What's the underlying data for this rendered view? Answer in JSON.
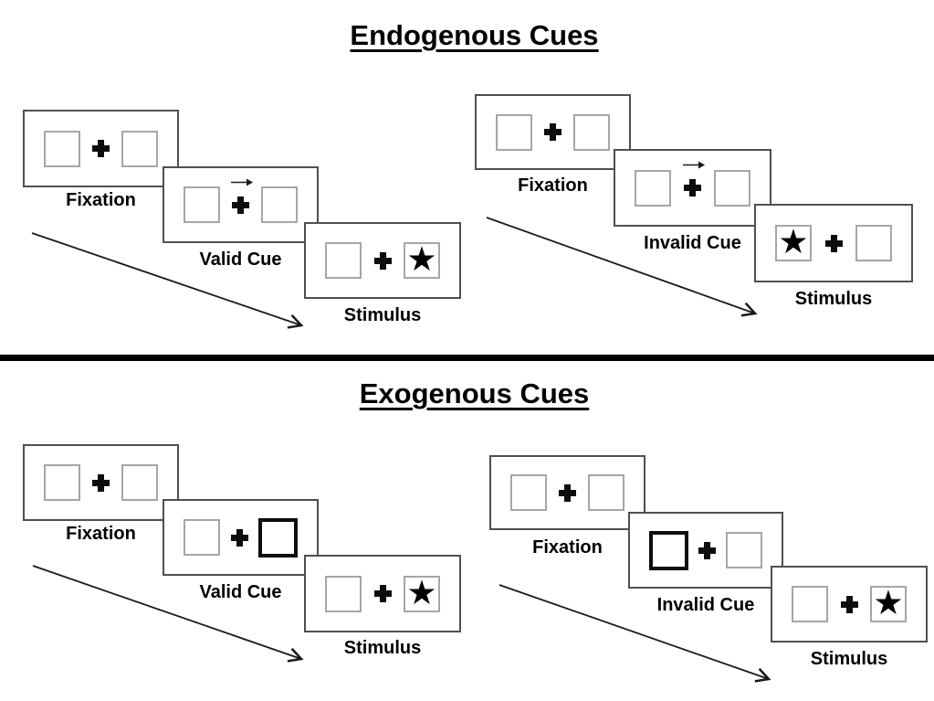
{
  "diagram": {
    "kind": "posner-cueing-paradigm",
    "colors": {
      "background": "#ffffff",
      "panel_border": "#4f4f4f",
      "box_border": "#a6a6a6",
      "cue_box_border": "#0d0d0d",
      "text": "#000000",
      "divider": "#000000",
      "arrow": "#1a1a1a"
    },
    "glyphs": {
      "star": "★"
    }
  },
  "sections": [
    {
      "title": "Endogenous Cues",
      "groups": [
        {
          "name": "valid-trial",
          "cue_type": "central-arrow-right",
          "star_side": "right",
          "panels": [
            {
              "label": "Fixation"
            },
            {
              "label": "Valid Cue"
            },
            {
              "label": "Stimulus"
            }
          ]
        },
        {
          "name": "invalid-trial",
          "cue_type": "central-arrow-right",
          "star_side": "left",
          "panels": [
            {
              "label": "Fixation"
            },
            {
              "label": "Invalid Cue"
            },
            {
              "label": "Stimulus"
            }
          ]
        }
      ]
    },
    {
      "title": "Exogenous Cues",
      "groups": [
        {
          "name": "valid-trial",
          "cue_type": "peripheral-box-right",
          "star_side": "right",
          "panels": [
            {
              "label": "Fixation"
            },
            {
              "label": "Valid Cue"
            },
            {
              "label": "Stimulus"
            }
          ]
        },
        {
          "name": "invalid-trial",
          "cue_type": "peripheral-box-left",
          "star_side": "right",
          "panels": [
            {
              "label": "Fixation"
            },
            {
              "label": "Invalid Cue"
            },
            {
              "label": "Stimulus"
            }
          ]
        }
      ]
    }
  ]
}
